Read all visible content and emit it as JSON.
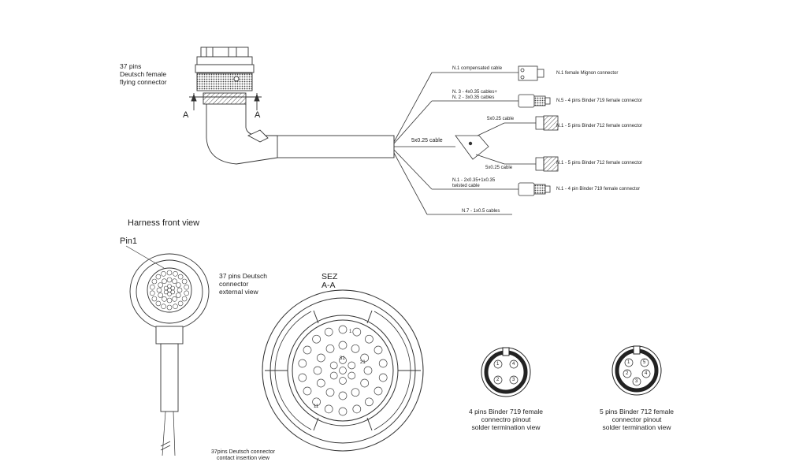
{
  "flying_connector": {
    "label_line1": "37 pins",
    "label_line2": "Deutsch female",
    "label_line3": "flying connector",
    "section_mark_left": "A",
    "section_mark_right": "A"
  },
  "cable": {
    "main_cable_label": "5x0.25 cable",
    "branch_top_label": "5x0.25 cable",
    "branch_bottom_label": "5x0.25 cable"
  },
  "branches": [
    {
      "cable": "N.1 compensated cable",
      "connector": "N.1 female Mignon connector"
    },
    {
      "cable_line1": "N. 3 - 4x0.35 cables+",
      "cable_line2": "N. 2 - 3x0.35 cables",
      "connector": "N.5  - 4 pins Binder 719 female connector"
    },
    {
      "connector": "N.1 - 5 pins Binder 712 female connector"
    },
    {
      "connector": "N.1 - 5 pins Binder 712 female connector"
    },
    {
      "cable_line1": "N.1 - 2x0.35+1x0.35",
      "cable_line2": "twisted cable",
      "connector": "N.1 - 4 pin Binder 719 female connector"
    },
    {
      "cable": "N.7 - 1x0.5 cables"
    }
  ],
  "front_view": {
    "title": "Harness front view",
    "pin1_label": "Pin1",
    "desc_line1": "37 pins Deutsch",
    "desc_line2": "connector",
    "desc_line3": "external view"
  },
  "section_view": {
    "title_line1": "SEZ",
    "title_line2": "A-A",
    "pin_labels": [
      "1",
      "31",
      "21",
      "11"
    ],
    "caption_line1": "37pins Deutsch connector",
    "caption_line2": "contact insertion view"
  },
  "binder_719": {
    "pins": [
      "1",
      "4",
      "2",
      "3"
    ],
    "caption_line1": "4 pins Binder 719 female",
    "caption_line2": "connectro pinout",
    "caption_line3": "solder termination view"
  },
  "binder_712": {
    "pins": [
      "1",
      "5",
      "2",
      "4",
      "3"
    ],
    "caption_line1": "5 pins Binder 712 female",
    "caption_line2": "connector pinout",
    "caption_line3": "solder termination view"
  },
  "colors": {
    "line": "#333333",
    "hatch": "#555555"
  }
}
